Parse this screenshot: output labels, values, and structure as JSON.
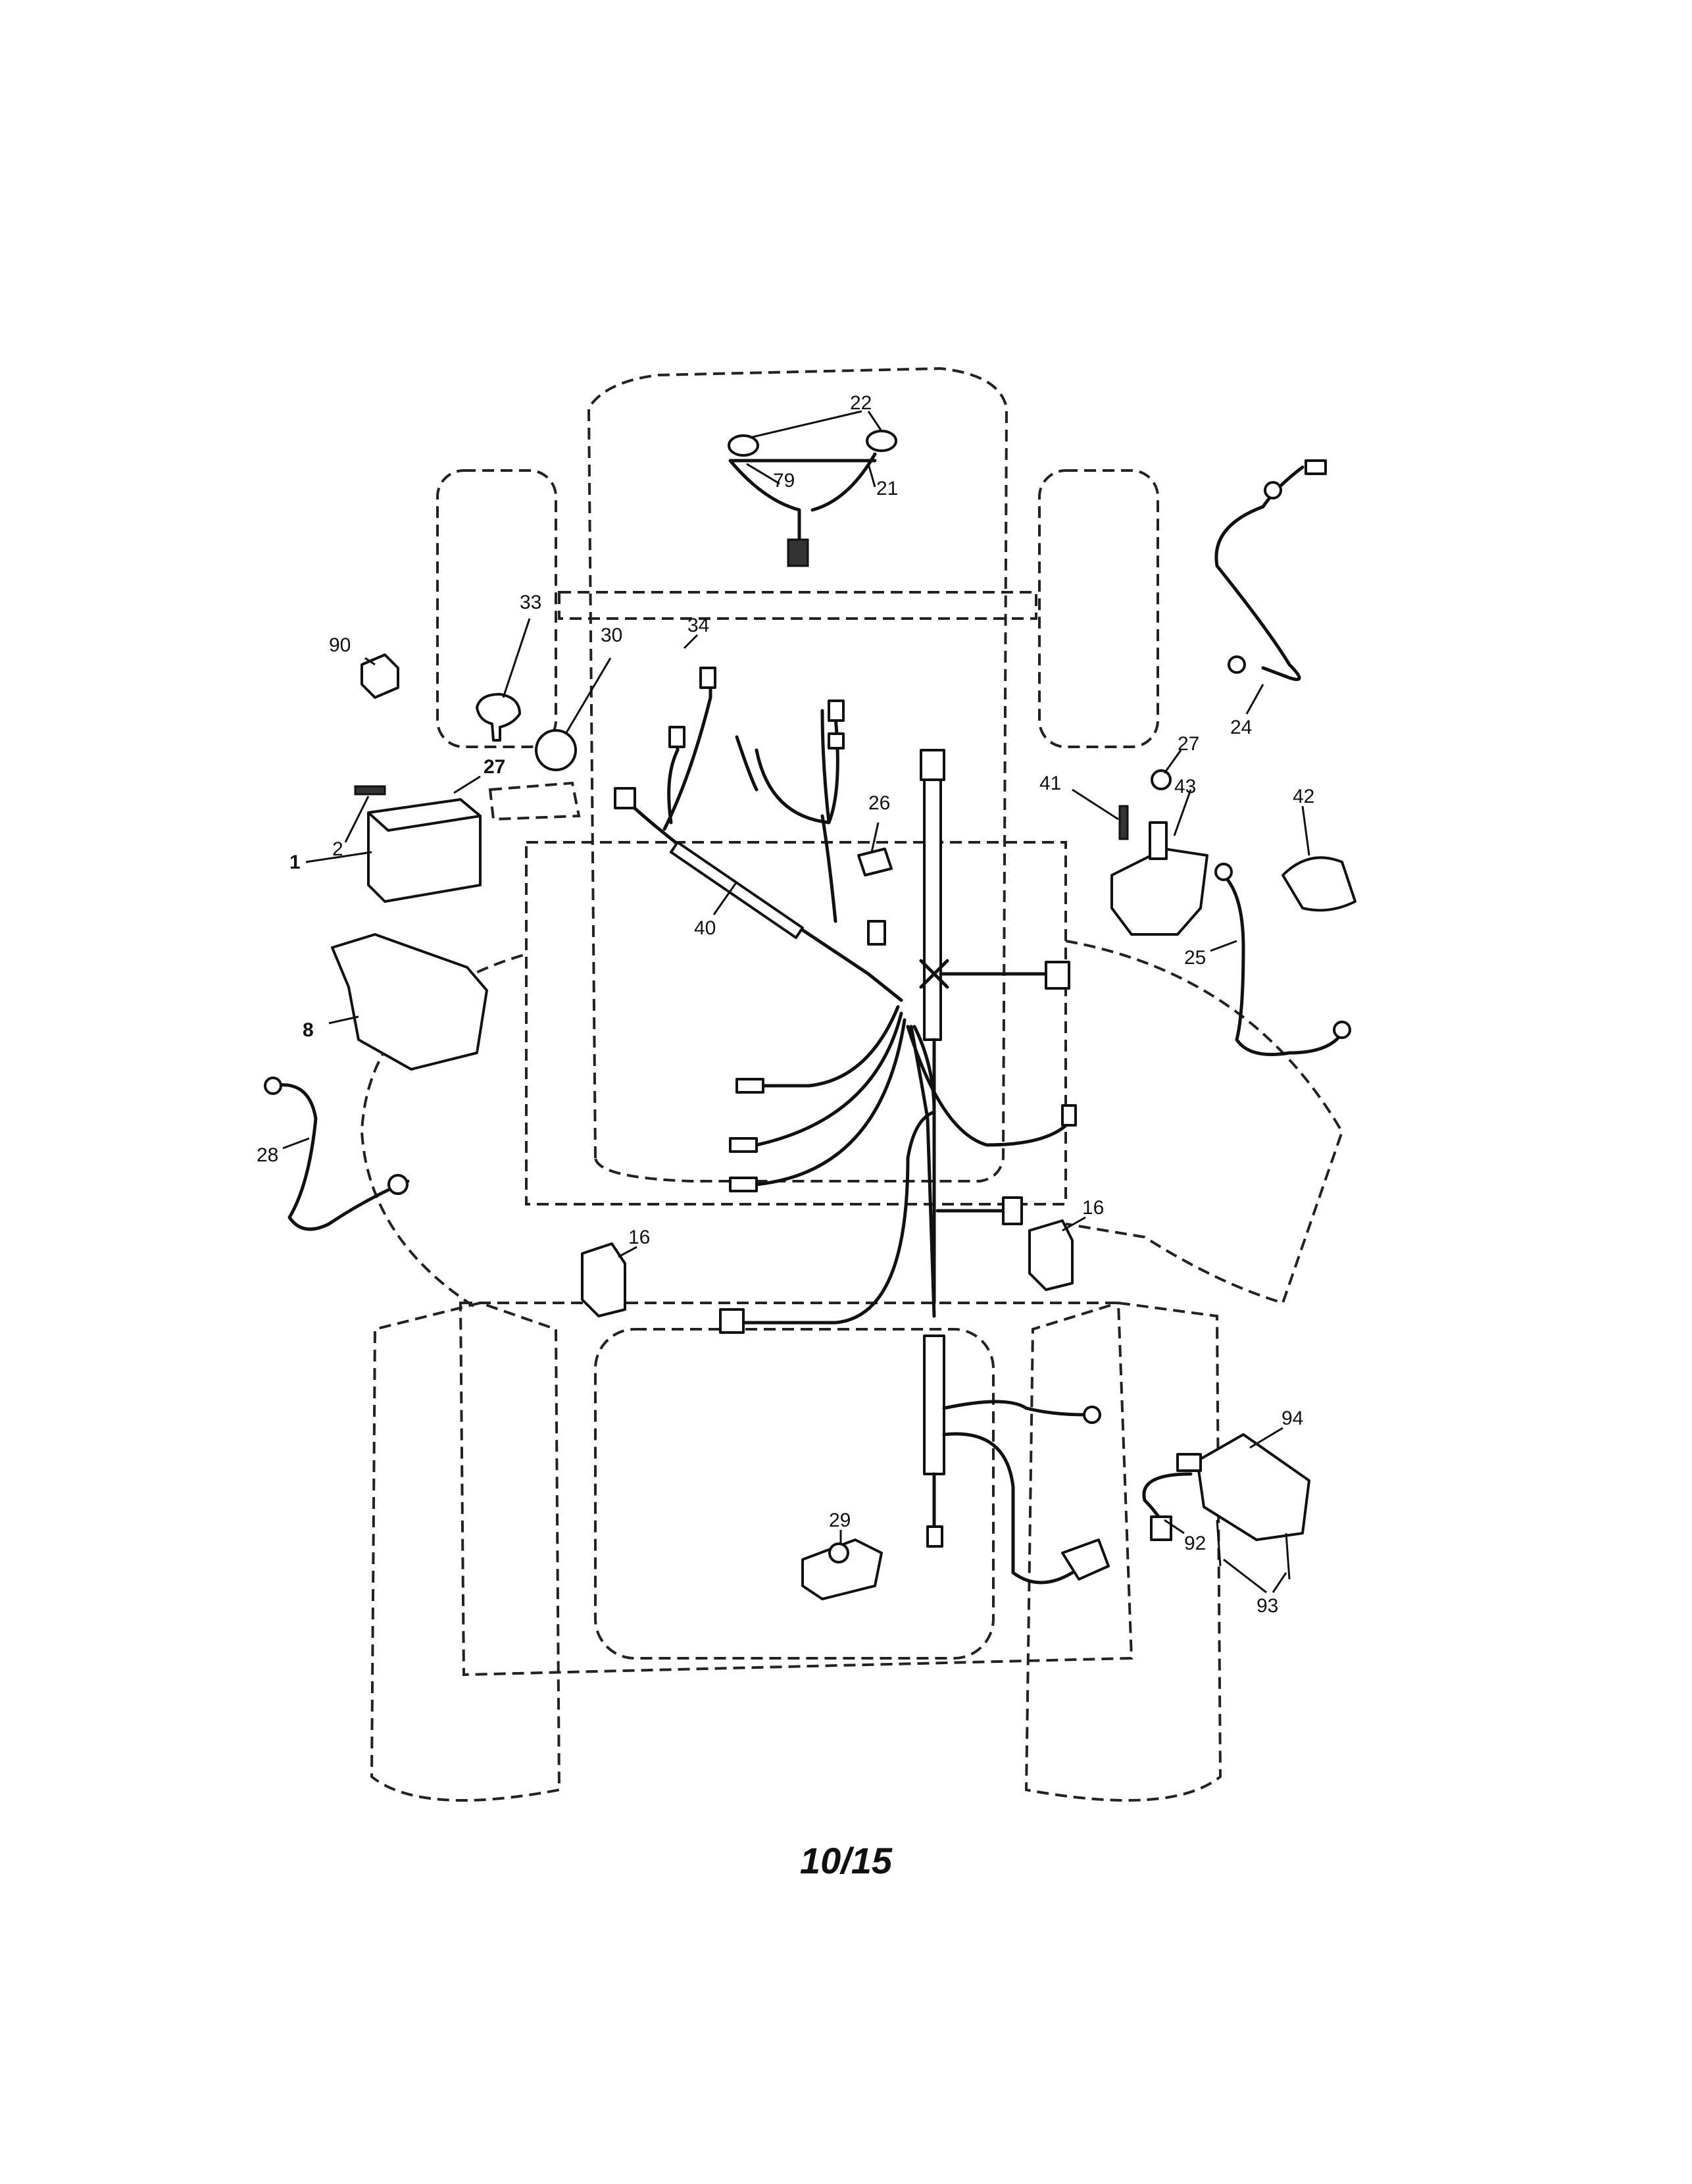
{
  "page_number": "10/15",
  "callouts": [
    "22",
    "79",
    "21",
    "33",
    "90",
    "30",
    "34",
    "27",
    "2",
    "1",
    "26",
    "40",
    "41",
    "43",
    "42",
    "8",
    "25",
    "28",
    "16",
    "16",
    "24",
    "94",
    "29",
    "92",
    "93",
    "27"
  ]
}
